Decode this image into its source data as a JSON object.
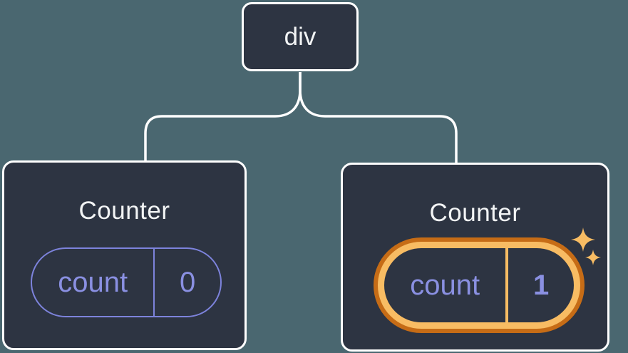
{
  "diagram": {
    "description": "React component tree: div root with two Counter children; second Counter state updated",
    "root": {
      "label": "div"
    },
    "children": [
      {
        "title": "Counter",
        "state": {
          "key": "count",
          "value": "0"
        },
        "highlighted": false
      },
      {
        "title": "Counter",
        "state": {
          "key": "count",
          "value": "1"
        },
        "highlighted": true
      }
    ]
  },
  "icons": {
    "highlight": "sparkles-icon"
  },
  "colors": {
    "background": "#4A6770",
    "node_fill": "#2D3442",
    "node_border": "#FFFFFF",
    "text_primary": "#F2F4F5",
    "state_purple": "#8A90E2",
    "state_purple_border": "#7D83DC",
    "highlight_orange_light": "#F8BC63",
    "highlight_orange_dark": "#C66C16"
  }
}
